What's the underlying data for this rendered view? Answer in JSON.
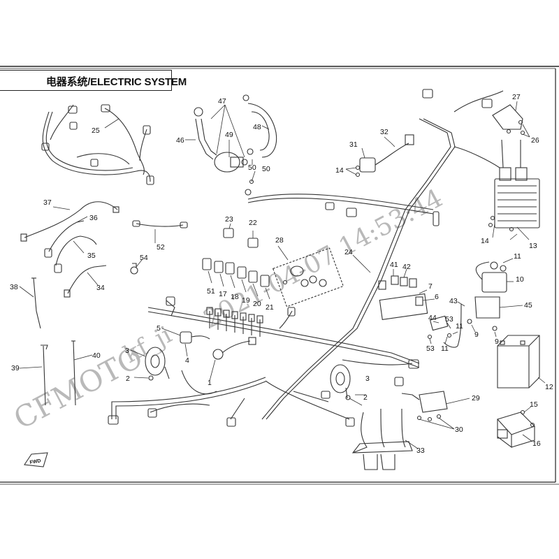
{
  "title": "电器系统/ELECTRIC SYSTEM",
  "watermarks": {
    "brand": "CFMOTO",
    "user": "kf_ji",
    "timestamp": "2021-04-07 14:53:44"
  },
  "fwd_label": "FWD",
  "callouts": {
    "c1": "1",
    "c2a": "2",
    "c2b": "2",
    "c3a": "3",
    "c3b": "3",
    "c4": "4",
    "c5": "5",
    "c6": "6",
    "c7": "7",
    "c9a": "9",
    "c9b": "9",
    "c10": "10",
    "c11a": "11",
    "c11b": "11",
    "c11c": "11",
    "c12": "12",
    "c13": "13",
    "c14a": "14",
    "c14b": "14",
    "c15": "15",
    "c16": "16",
    "c17": "17",
    "c18": "18",
    "c19": "19",
    "c20": "20",
    "c21": "21",
    "c22": "22",
    "c23": "23",
    "c24": "24",
    "c25": "25",
    "c26": "26",
    "c27": "27",
    "c28": "28",
    "c29": "29",
    "c30": "30",
    "c31": "31",
    "c32": "32",
    "c33": "33",
    "c34": "34",
    "c35": "35",
    "c36": "36",
    "c37": "37",
    "c38": "38",
    "c39": "39",
    "c40": "40",
    "c41": "41",
    "c42": "42",
    "c43": "43",
    "c44": "44",
    "c45": "45",
    "c46": "46",
    "c47": "47",
    "c48": "48",
    "c49": "49",
    "c50a": "50",
    "c50b": "50",
    "c51": "51",
    "c52": "52",
    "c53a": "53",
    "c53b": "53",
    "c54": "54"
  }
}
